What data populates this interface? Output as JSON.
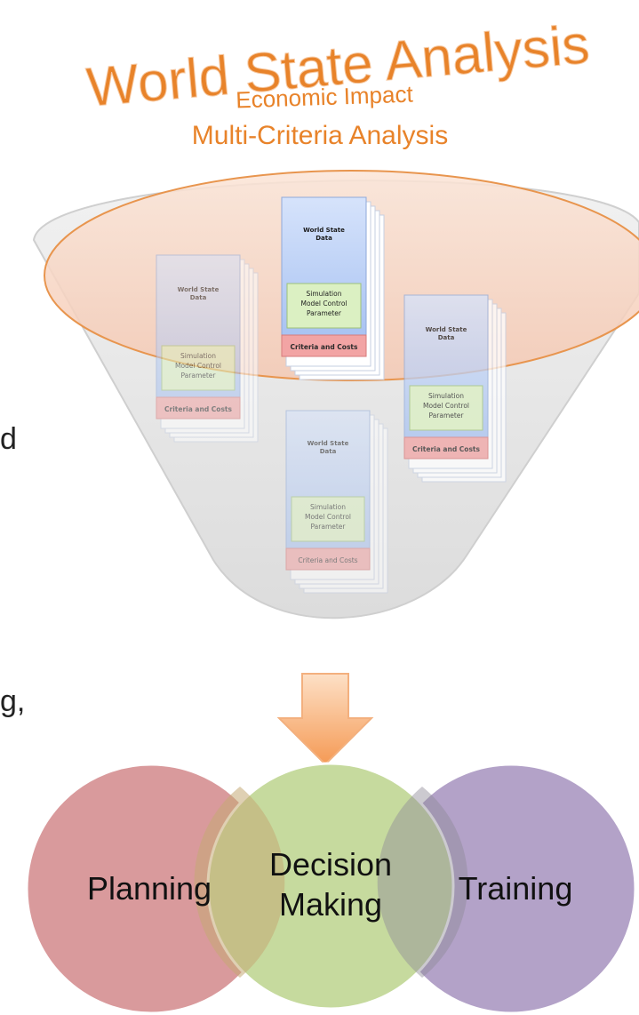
{
  "title": {
    "main": "World State Analysis",
    "line1": "Economic Impact",
    "line2": "Multi-Criteria Analysis"
  },
  "cards": {
    "data_label_1": "World State",
    "data_label_2": "Data",
    "param_1": "Simulation",
    "param_2": "Model Control",
    "param_3": "Parameter",
    "criteria": "Criteria and Costs"
  },
  "outcomes": {
    "planning": "Planning",
    "decision_1": "Decision",
    "decision_2": "Making",
    "training": "Training"
  },
  "cropped_text": {
    "frag_d": "d",
    "frag_g": "g,"
  },
  "colors": {
    "title_orange": "#e8832a",
    "funnel_gray": "#e4e4e4",
    "ellipse_fill": "#f8d8c6",
    "arrow_orange": "#f9a86a",
    "planning_circle": "#d99a9c",
    "decision_circle": "#c6da9e",
    "training_circle": "#b3a2c8"
  }
}
